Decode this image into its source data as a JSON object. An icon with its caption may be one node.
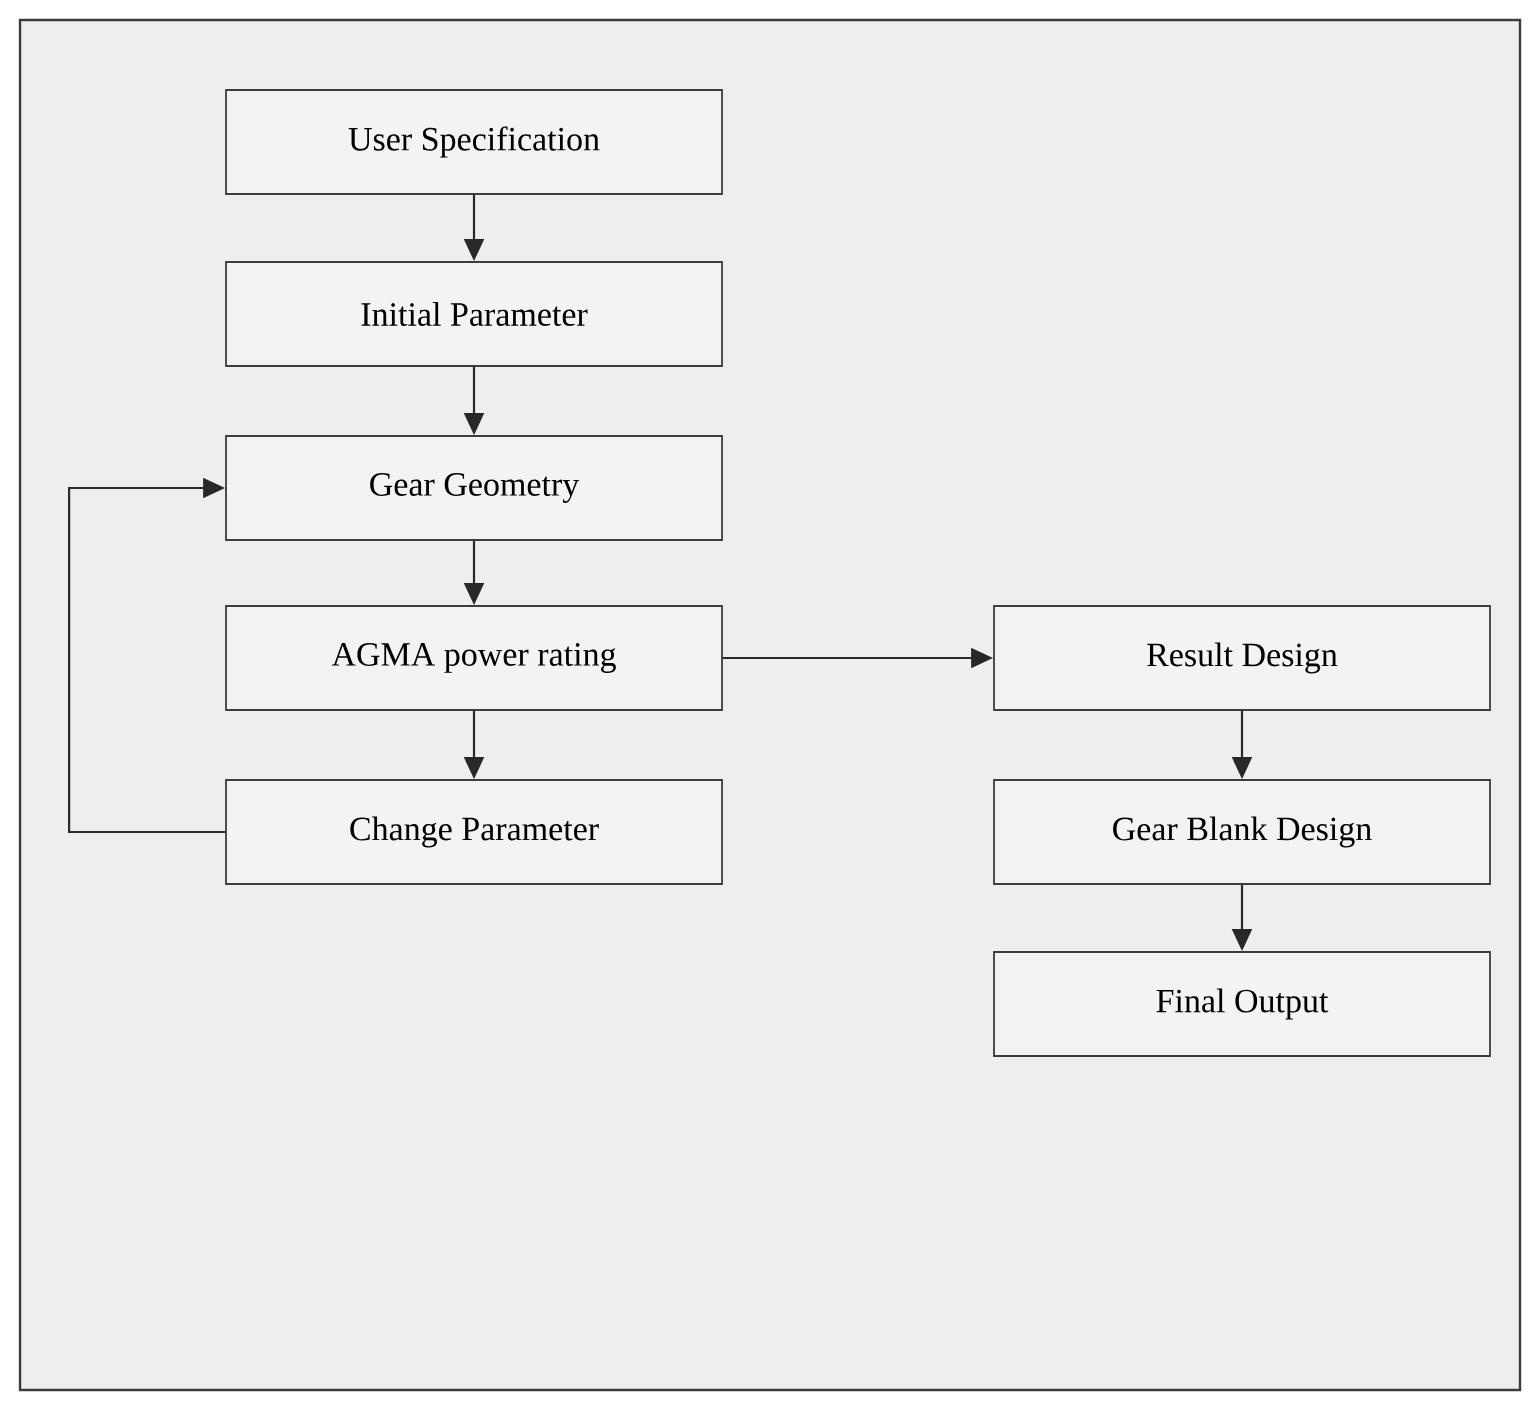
{
  "diagram": {
    "nodes": [
      {
        "text": [
          "User Specification"
        ]
      },
      {
        "text": [
          "Initial Parameter"
        ]
      },
      {
        "text": [
          "Gear Geometry"
        ]
      },
      {
        "text": [
          "AGMA power rating"
        ]
      },
      {
        "text": [
          "Change Parameter"
        ]
      },
      {
        "text": [
          "Result Design"
        ]
      },
      {
        "text": [
          "Gear Blank Design"
        ]
      },
      {
        "text": [
          "Final Output"
        ]
      }
    ],
    "edges": [
      {
        "from": 0,
        "to": 1,
        "arrow": "to"
      },
      {
        "from": 1,
        "to": 2,
        "arrow": "to"
      },
      {
        "from": 2,
        "to": 3,
        "arrow": "to"
      },
      {
        "from": 3,
        "to": 4,
        "arrow": "to"
      },
      {
        "from": 4,
        "to": 2,
        "arrow": "to"
      },
      {
        "from": 3,
        "to": 5,
        "arrow": "to"
      },
      {
        "from": 5,
        "to": 6,
        "arrow": "to"
      },
      {
        "from": 6,
        "to": 7,
        "arrow": "to"
      }
    ]
  }
}
